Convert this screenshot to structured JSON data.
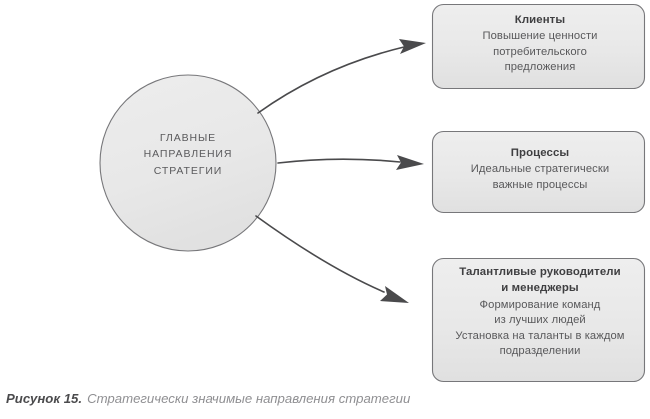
{
  "figure": {
    "caption_number": "Рисунок 15.",
    "caption_title": "Стратегически значимые направления стратегии"
  },
  "hub": {
    "name": "main-strategy-directions-circle",
    "lines": [
      "ГЛАВНЫЕ",
      "НАПРАВЛЕНИЯ",
      "СТРАТЕГИИ"
    ],
    "fill": "#e8e8e8",
    "stroke": "#77777a"
  },
  "boxes": [
    {
      "id": "clients",
      "title": "Клиенты",
      "lines": [
        "Повышение ценности",
        "потребительского",
        "предложения"
      ],
      "fill": "#e8e8e8",
      "stroke": "#77777a"
    },
    {
      "id": "processes",
      "title": "Процессы",
      "lines": [
        "Идеальные стратегически",
        "важные процессы"
      ],
      "fill": "#e8e8e8",
      "stroke": "#77777a"
    },
    {
      "id": "talent",
      "title": "Талантливые руководители",
      "title_line2": "и менеджеры",
      "lines": [
        "Формирование команд",
        "из лучших людей",
        "Установка на таланты в каждом",
        "подразделении"
      ],
      "fill": "#e8e8e8",
      "stroke": "#77777a"
    }
  ],
  "arrows": [
    {
      "id": "arrow-to-clients",
      "direction": "up-right",
      "color": "#4a4a4c"
    },
    {
      "id": "arrow-to-processes",
      "direction": "right",
      "color": "#4a4a4c"
    },
    {
      "id": "arrow-to-talent",
      "direction": "down-right",
      "color": "#4a4a4c"
    }
  ],
  "colors": {
    "shape_fill": "#e8e8e8",
    "shape_stroke": "#77777a",
    "arrow": "#4a4a4c",
    "text": "#58585a",
    "title_text": "#3f3f41",
    "caption_muted": "#8f8f92"
  }
}
